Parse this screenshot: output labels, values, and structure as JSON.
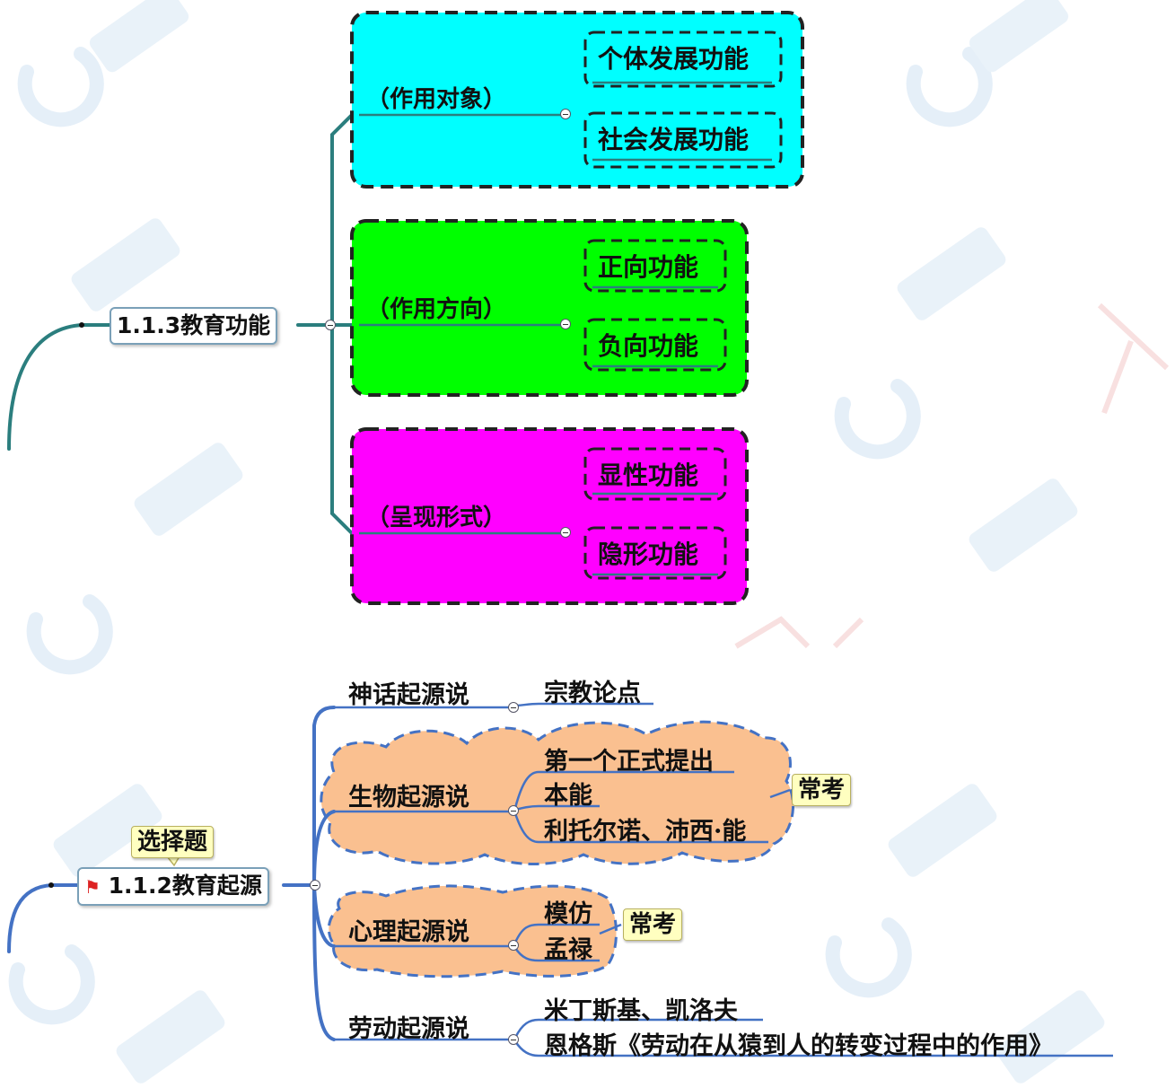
{
  "colors": {
    "cyan": "#00ffff",
    "green": "#00ff00",
    "magenta": "#ff00ff",
    "peach": "#fac090",
    "teal_line": "#2b7e7e",
    "blue_line": "#4472c4",
    "callout": "#ffffc0",
    "watermark": "#cfe2f3",
    "flag": "#dd2222"
  },
  "map1": {
    "root": "1.1.3教育功能",
    "groups": [
      {
        "label": "（作用对象）",
        "color": "cyan",
        "items": [
          "个体发展功能",
          "社会发展功能"
        ]
      },
      {
        "label": "（作用方向）",
        "color": "green",
        "items": [
          "正向功能",
          "负向功能"
        ]
      },
      {
        "label": "（呈现形式）",
        "color": "magenta",
        "items": [
          "显性功能",
          "隐形功能"
        ]
      }
    ]
  },
  "map2": {
    "root": "1.1.2教育起源",
    "root_icon": "red-flag-icon",
    "root_callout": "选择题",
    "branches": [
      {
        "label": "神话起源说",
        "items": [
          "宗教论点"
        ]
      },
      {
        "label": "生物起源说",
        "items": [
          "第一个正式提出",
          "本能",
          "利托尔诺、沛西·能"
        ],
        "callout": "常考"
      },
      {
        "label": "心理起源说",
        "items": [
          "模仿",
          "孟禄"
        ],
        "callout": "常考"
      },
      {
        "label": "劳动起源说",
        "items": [
          "米丁斯基、凯洛夫",
          "恩格斯《劳动在从猿到人的转变过程中的作用》"
        ]
      }
    ]
  }
}
